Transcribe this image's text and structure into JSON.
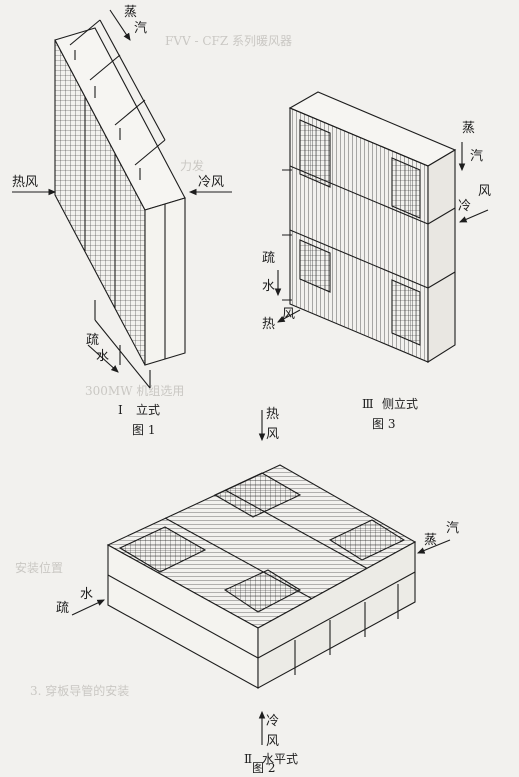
{
  "figures": {
    "fig1": {
      "labels": {
        "steam_1": "蒸",
        "steam_2": "汽",
        "hot_air": "热风",
        "cold_air": "冷风",
        "drain_1": "疏",
        "drain_2": "水"
      },
      "caption_roman": "I",
      "caption_type": "立式",
      "caption_fig": "图 1"
    },
    "fig3": {
      "labels": {
        "steam_1": "蒸",
        "steam_2": "汽",
        "cold_1": "冷",
        "cold_2": "风",
        "drain_1": "疏",
        "drain_2": "水",
        "hot_1": "热",
        "hot_2": "风"
      },
      "caption_roman": "Ⅲ",
      "caption_type": "侧立式",
      "caption_fig": "图 3"
    },
    "fig2": {
      "labels": {
        "hot_1": "热",
        "hot_2": "风",
        "steam_1": "汽",
        "steam_2": "蒸",
        "drain_1": "疏",
        "drain_2": "水",
        "cold_1": "冷",
        "cold_2": "风"
      },
      "caption_roman": "Ⅱ",
      "caption_type": "水平式",
      "caption_fig": "图 2"
    }
  },
  "bleed_through": {
    "header": "FVV - CFZ 系列暖风器",
    "lines": [
      "安装位置",
      "力发",
      "300MW 机组选用",
      "3. 穿板导管的安装"
    ]
  }
}
